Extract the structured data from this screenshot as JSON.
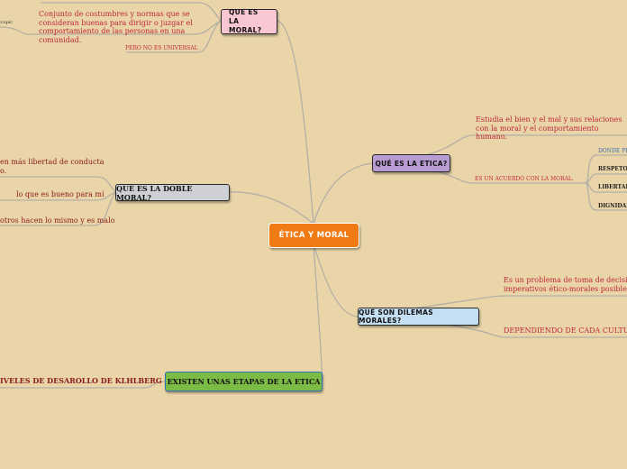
{
  "center": {
    "label": "ÉTICA Y MORAL",
    "color": "#f07a13"
  },
  "topics": [
    {
      "label": "QUE ES LA MORAL?",
      "color": "#f9c7d4",
      "children": [
        "ccopic",
        "Conjunto de costumbres y normas que se consideran buenas para dirigir o juzgar el comportamiento de las personas en una comunidad.",
        "PERO NO ES UNIVERSAL"
      ]
    },
    {
      "label": "QUÉ ES LA ETICA?",
      "color": "#b89bd0",
      "children": [
        "Estudia el bien y el mal y sus relaciones con la moral y el comportamiento humano.",
        "ES UN ACUERDO CON LA MORAL."
      ],
      "subchildren": [
        "DONDE PR",
        "RESPETO",
        "LIBERTAR",
        "DIGNIDAD"
      ]
    },
    {
      "label": "QUÉ ES LA DOBLE MORAL?",
      "color": "#cfd0d3",
      "children": [
        "en más libertad de conducta",
        "o.",
        "lo que es bueno para mí",
        "otros hacen lo mismo y es malo"
      ]
    },
    {
      "label": "QUÉ SON DILEMAS MORALES?",
      "color": "#c4def2",
      "children": [
        "Es un problema de toma de decisiones",
        "imperativos ético-morales posibles",
        "DEPENDIENDO DE CADA CULTURA"
      ]
    },
    {
      "label": "EXISTEN UNAS ETAPAS DE LA ETICA",
      "color": "#7cbb45",
      "children": [
        "IVELES DE DESAROLLO DE KLHLBERG"
      ]
    }
  ]
}
